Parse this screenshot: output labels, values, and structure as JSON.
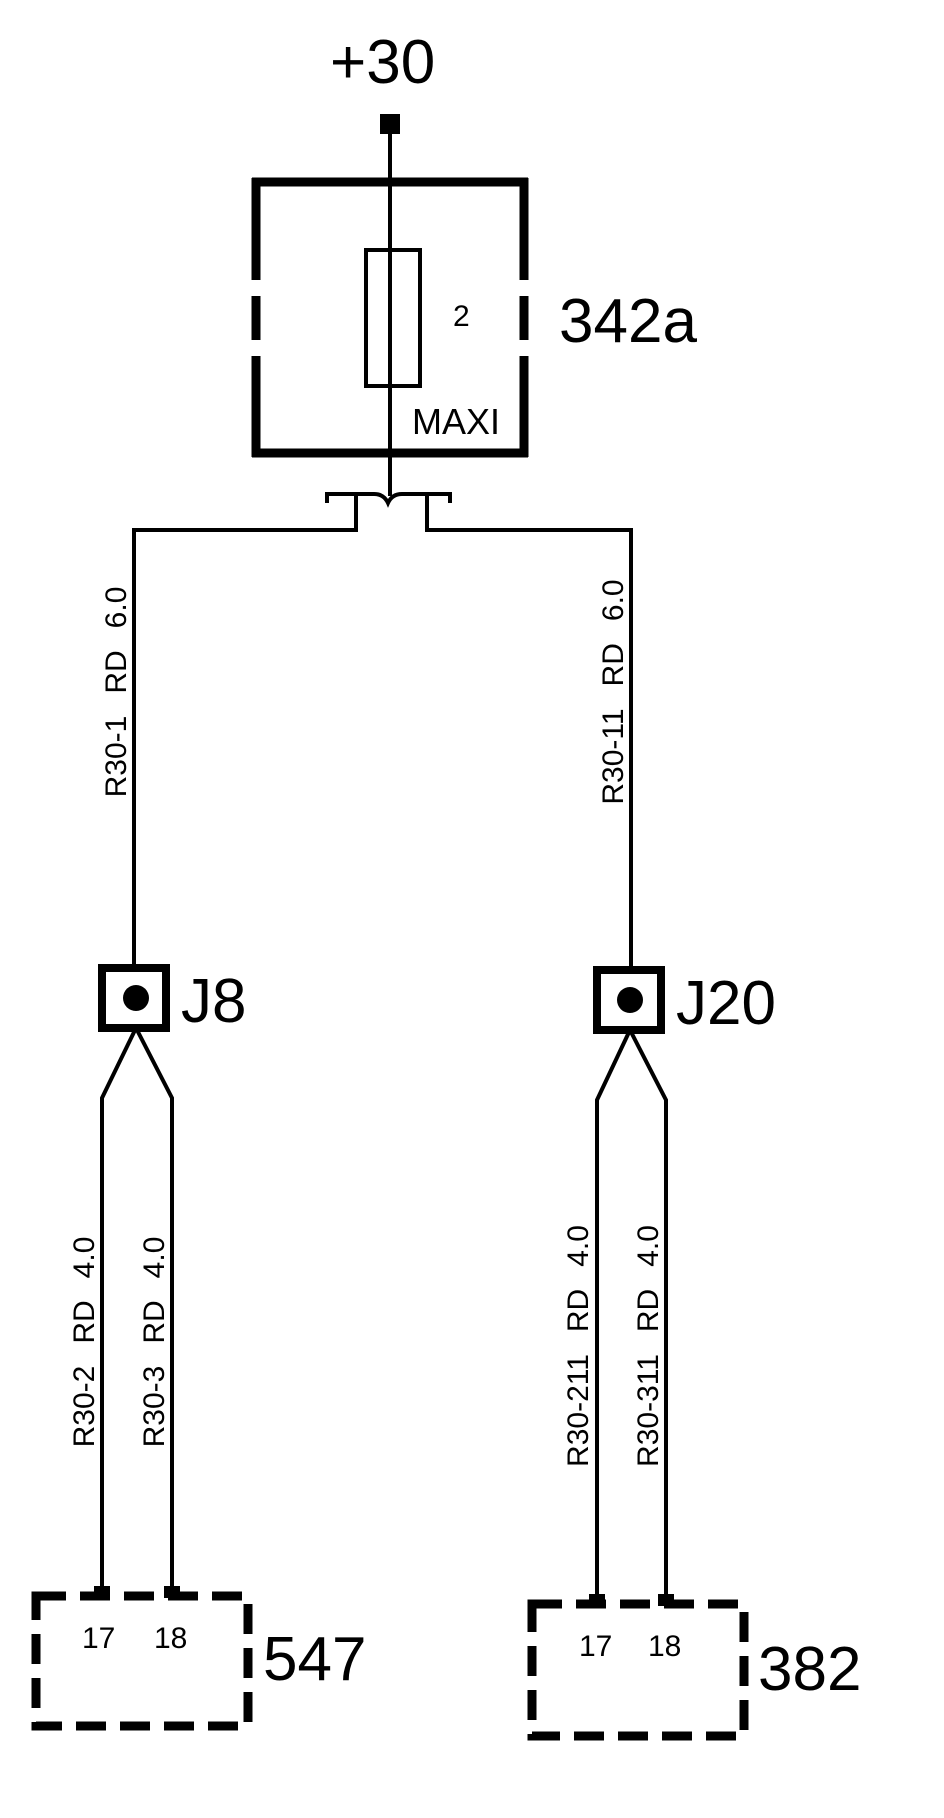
{
  "supply": {
    "label": "+30"
  },
  "fuse": {
    "component_id": "342a",
    "number": "2",
    "type": "MAXI"
  },
  "wires": {
    "left_main": {
      "id": "R30-1",
      "color": "RD",
      "size": "6.0"
    },
    "right_main": {
      "id": "R30-11",
      "color": "RD",
      "size": "6.0"
    },
    "j8_a": {
      "id": "R30-2",
      "color": "RD",
      "size": "4.0"
    },
    "j8_b": {
      "id": "R30-3",
      "color": "RD",
      "size": "4.0"
    },
    "j20_a": {
      "id": "R30-211",
      "color": "RD",
      "size": "4.0"
    },
    "j20_b": {
      "id": "R30-311",
      "color": "RD",
      "size": "4.0"
    }
  },
  "junctions": {
    "j8": "J8",
    "j20": "J20"
  },
  "connectors": {
    "left": {
      "id": "547",
      "pins": [
        "17",
        "18"
      ]
    },
    "right": {
      "id": "382",
      "pins": [
        "17",
        "18"
      ]
    }
  }
}
